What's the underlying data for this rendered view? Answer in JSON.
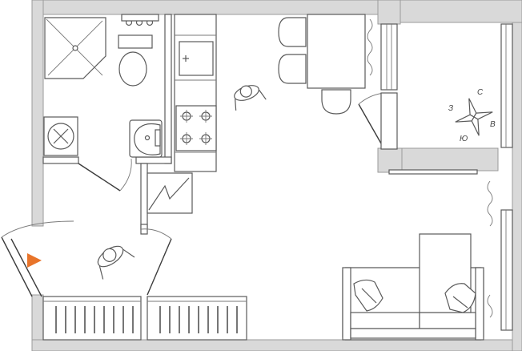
{
  "plan": {
    "background": "#ffffff",
    "wall_color": "#d9d9d9",
    "line_color": "#5a5a5a",
    "accent_color": "#e8742a"
  },
  "compass": {
    "north": "С",
    "west": "З",
    "east": "В",
    "south": "Ю"
  },
  "icons": {
    "entrance_marker": "entrance-arrow-icon",
    "compass": "compass-rose-icon"
  }
}
